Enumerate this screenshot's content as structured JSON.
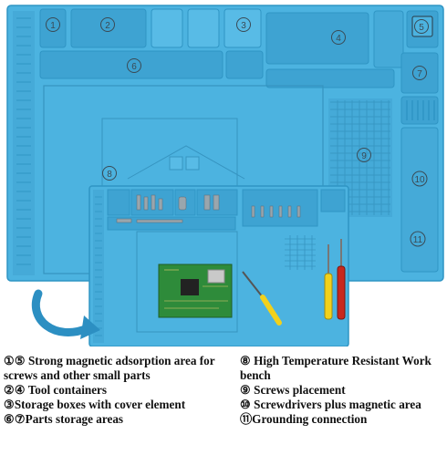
{
  "callouts": [
    "1",
    "2",
    "3",
    "4",
    "5",
    "6",
    "7",
    "8",
    "9",
    "10",
    "11"
  ],
  "legend": {
    "left": [
      "①⑤ Strong magnetic adsorption area for screws and other small parts",
      "②④ Tool containers",
      "③Storage boxes with cover element",
      "⑥⑦Parts storage areas"
    ],
    "right": [
      "⑧ High Temperature Resistant Work bench",
      "⑨ Screws placement",
      "⑩ Screwdrivers plus magnetic area",
      "⑪Grounding connection"
    ]
  },
  "colors": {
    "mat_main": "#4cb3e0",
    "mat_dark": "#2f95c4",
    "mat_light": "#7fcdef",
    "arrow": "#2c8fc2",
    "pcb_green": "#2e8b3a",
    "handle_yellow": "#f2d11b",
    "handle_red": "#c8281e"
  }
}
